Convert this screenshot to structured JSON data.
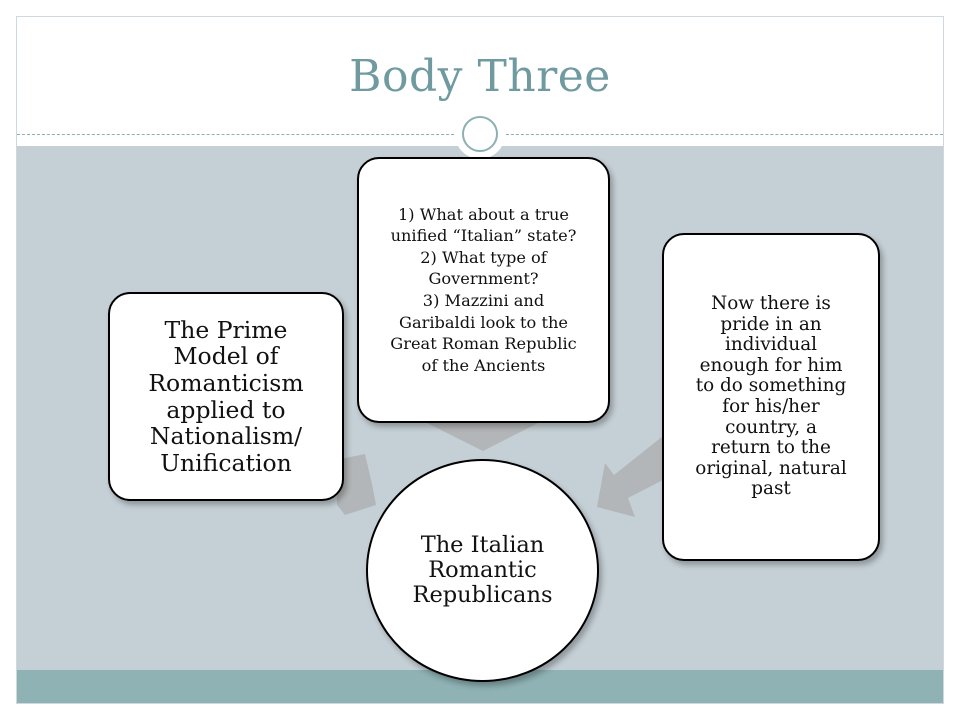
{
  "slide": {
    "title": "Body Three"
  },
  "diagram": {
    "center": {
      "label": "The Italian\nRomantic\nRepublicans"
    },
    "nodes": [
      {
        "id": "left",
        "label": "The Prime\nModel of\nRomanticism\napplied to\nNationalism/\nUnification"
      },
      {
        "id": "top",
        "label": "1) What about a true\nunified “Italian” state?\n2) What type of\nGovernment?\n3) Mazzini and\nGaribaldi look to the\nGreat Roman Republic\nof the Ancients"
      },
      {
        "id": "right",
        "label": "Now there is\npride in an\nindividual\nenough for him\nto do something\nfor his/her\ncountry, a\nreturn to the\noriginal, natural\npast"
      }
    ]
  },
  "colors": {
    "title": "#6f9aa0",
    "content_background": "#c5d0d6",
    "footer": "#8fb2b4",
    "arrow": "#b3b6b8"
  }
}
